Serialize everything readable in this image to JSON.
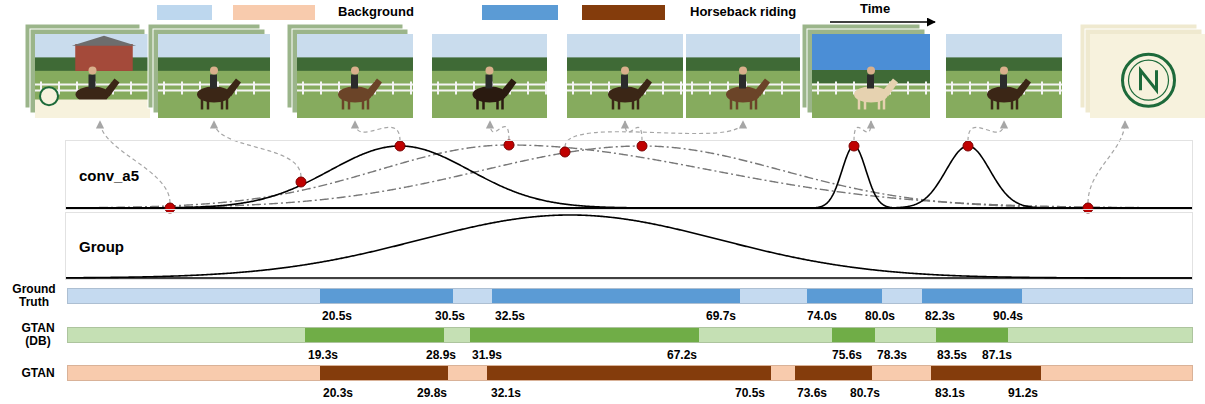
{
  "diagram": {
    "nodes": [
      {
        "text": [
          "conv_a5"
        ]
      },
      {
        "text": [
          "Group"
        ]
      },
      {
        "text": [
          "Ground Truth"
        ]
      },
      {
        "text": [
          "GTAN (DB)"
        ]
      },
      {
        "text": [
          "GTAN"
        ]
      }
    ],
    "labels": [
      "Time",
      "20.5s",
      "30.5s",
      "32.5s",
      "69.7s",
      "74.0s",
      "80.0s",
      "82.3s",
      "90.4s",
      "19.3s",
      "28.9s",
      "31.9s",
      "67.2s",
      "75.6s",
      "78.3s",
      "83.5s",
      "87.1s",
      "20.3s",
      "29.8s",
      "32.1s",
      "70.5s",
      "73.6s",
      "80.7s",
      "83.1s",
      "91.2s"
    ],
    "legend": [
      {
        "text": "Background",
        "color": "#bdd7ee"
      },
      {
        "text": "Horseback riding",
        "color": "#5b9bd5"
      }
    ]
  }
}
